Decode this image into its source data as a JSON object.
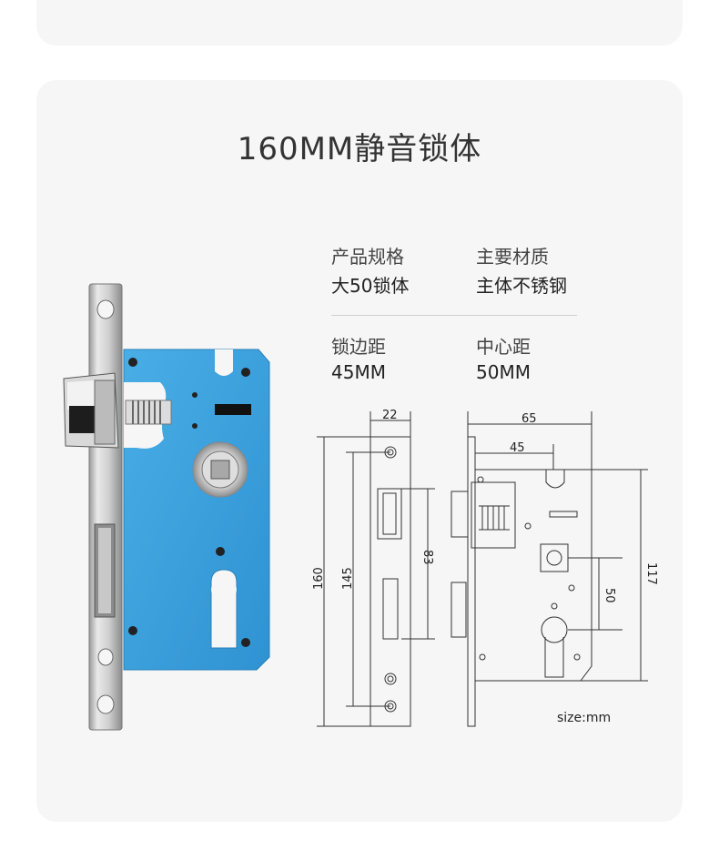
{
  "title": "160MM静音锁体",
  "specs": {
    "spec_label": "产品规格",
    "spec_value": "大50锁体",
    "material_label": "主要材质",
    "material_value": "主体不锈钢",
    "backset_label": "锁边距",
    "backset_value": "45MM",
    "center_label": "中心距",
    "center_value": "50MM"
  },
  "dimensions": {
    "faceplate_width": "22",
    "body_width": "65",
    "backset": "45",
    "faceplate_length": "160",
    "screw_spacing": "145",
    "latch_window": "83",
    "center_distance": "50",
    "body_height": "117"
  },
  "size_note": "size:mm",
  "colors": {
    "lock_blue": "#3aa0dc",
    "steel": "#c8c8c8",
    "card_bg": "#f6f6f6"
  }
}
